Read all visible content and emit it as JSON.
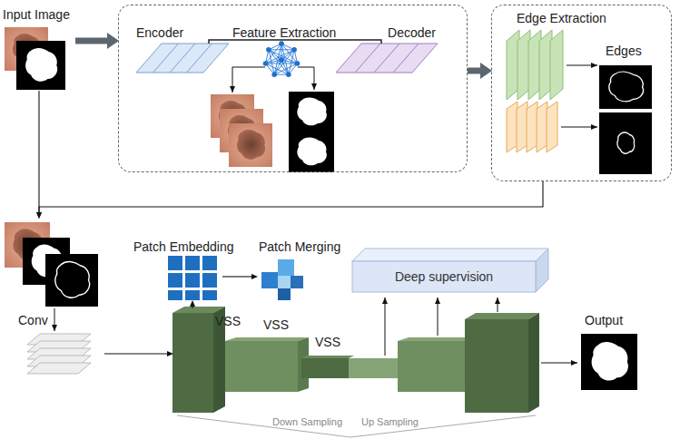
{
  "diagram": {
    "nodes": [
      {
        "text": [
          "Input Image"
        ]
      },
      {
        "text": [
          "Feature Extraction"
        ]
      },
      {
        "text": [
          "Encoder"
        ],
        "in": 1
      },
      {
        "text": [
          "Decoder"
        ],
        "in": 1
      },
      {
        "text": [
          "Edge Extraction"
        ]
      },
      {
        "text": [
          "Edges"
        ],
        "in": 4
      },
      {
        "text": [
          "Conv"
        ]
      },
      {
        "text": [
          "Patch Embedding"
        ]
      },
      {
        "text": [
          "Patch Merging"
        ]
      },
      {
        "text": [
          "VSS"
        ]
      },
      {
        "text": [
          "VSS"
        ]
      },
      {
        "text": [
          "VSS"
        ]
      },
      {
        "text": [
          "Deep supervision"
        ]
      },
      {
        "text": [
          "Output"
        ]
      }
    ],
    "edges": [
      {
        "from": 0,
        "to": 1,
        "arrow": "to"
      },
      {
        "from": 1,
        "to": 4,
        "arrow": "to"
      },
      {
        "from": 0,
        "to": 6,
        "arrow": "to"
      },
      {
        "from": 4,
        "to": 6,
        "arrow": "to"
      },
      {
        "from": 6,
        "to": 9,
        "arrow": "to"
      },
      {
        "from": 9,
        "to": 7,
        "arrow": "to"
      },
      {
        "from": 7,
        "to": 8,
        "arrow": "to"
      }
    ],
    "labels": [
      "Down Sampling",
      "Up Sampling"
    ]
  }
}
